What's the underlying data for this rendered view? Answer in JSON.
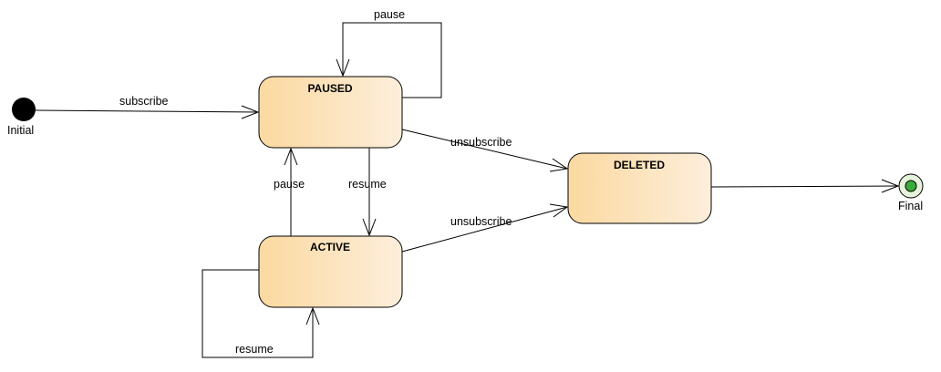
{
  "states": {
    "paused": "PAUSED",
    "active": "ACTIVE",
    "deleted": "DELETED"
  },
  "pseudostates": {
    "initial": "Initial",
    "final": "Final"
  },
  "transitions": {
    "subscribe": "subscribe",
    "paused_self": "pause",
    "paused_to_active": "resume",
    "active_to_paused": "pause",
    "active_self": "resume",
    "paused_to_deleted": "unsubscribe",
    "active_to_deleted": "unsubscribe"
  },
  "colors": {
    "state_fill_start": "#fbd9a0",
    "state_fill_end": "#fdeedb",
    "final_inner": "#3aaa3a",
    "final_ring": "#e6f3dc"
  }
}
